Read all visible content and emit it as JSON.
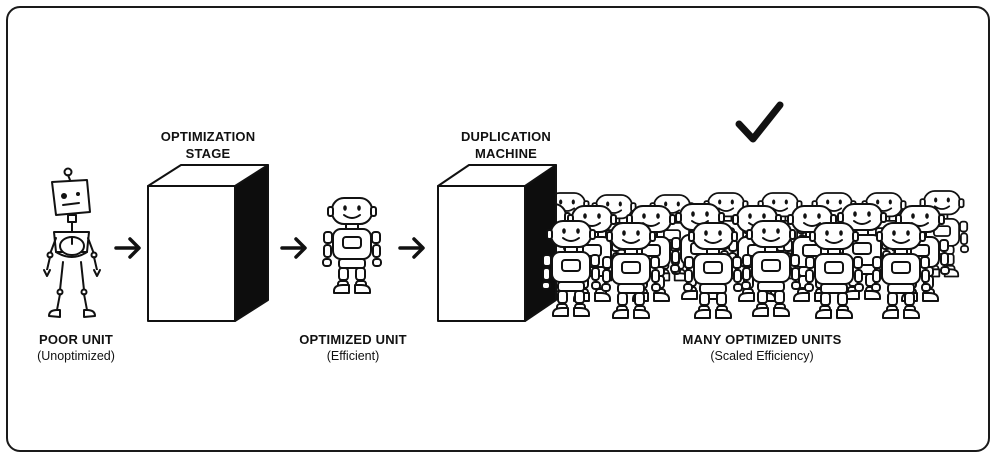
{
  "stages": {
    "poor_unit": {
      "title": "POOR UNIT",
      "subtitle": "(Unoptimized)"
    },
    "optimization_stage": {
      "title_line1": "OPTIMIZATION",
      "title_line2": "STAGE"
    },
    "optimized_unit": {
      "title": "OPTIMIZED UNIT",
      "subtitle": "(Efficient)"
    },
    "duplication_machine": {
      "title_line1": "DUPLICATION",
      "title_line2": "MACHINE"
    },
    "many_units": {
      "title": "MANY OPTIMIZED UNITS",
      "subtitle": "(Scaled Efficiency)"
    }
  },
  "icons": [
    "poor-robot-icon",
    "arrow-right-icon",
    "box-icon",
    "robot-icon",
    "checkmark-icon"
  ],
  "colors": {
    "ink": "#111111",
    "box_side": "#0d0d0d",
    "background": "#ffffff",
    "frame": "#1a1a1a"
  }
}
